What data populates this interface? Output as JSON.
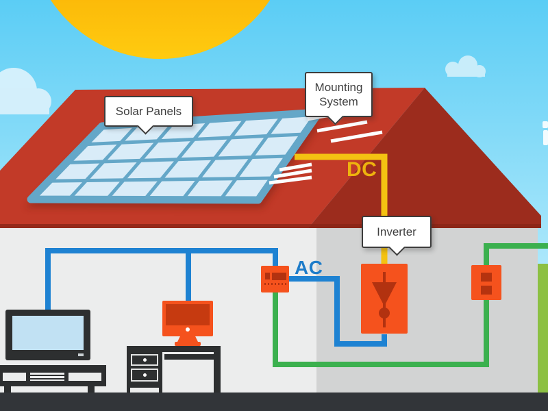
{
  "labels": {
    "solar_panels": "Solar Panels",
    "mounting_line1": "Mounting",
    "mounting_line2": "System",
    "inverter": "Inverter",
    "dc": "DC",
    "ac": "AC"
  },
  "colors": {
    "sky_top": "#5bcdf5",
    "sky_bottom": "#b9ecfc",
    "sun": "#fdb806",
    "cloud": "#d8f1fc",
    "roof_main": "#c23a28",
    "roof_side": "#9c2c1d",
    "roof_eave_shadow": "#8a2516",
    "panel_cell": "#d9ecf8",
    "panel_frame": "#64a7c8",
    "mounting_strip": "#fdfeff",
    "wall_interior": "#eceded",
    "wall_exterior": "#d2d3d3",
    "floor": "#323539",
    "grass": "#8cc043",
    "device_orange": "#f5521d",
    "device_detail_red": "#b23210",
    "dc_wire": "#f4c212",
    "dc_text": "#eeb30e",
    "ac_wire": "#1e82d2",
    "ac_text": "#1e7cc9",
    "grid_wire": "#3bb04e",
    "tv_screen": "#c1e1f3",
    "furniture_dark": "#2d2f30",
    "bubble_border": "#3c3c3c",
    "bubble_text": "#3f3f3f"
  }
}
